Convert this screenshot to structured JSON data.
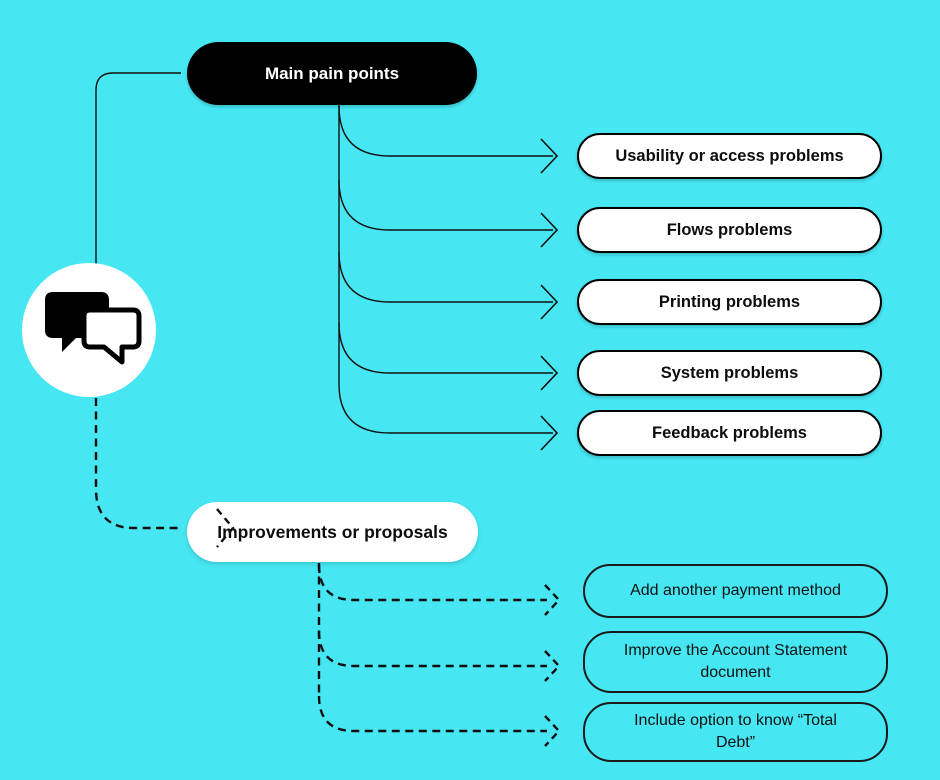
{
  "canvas": {
    "background_color": "#46E6F2",
    "node_black_color": "#000000",
    "node_white_color": "#FFFFFF",
    "line_color": "#101010",
    "text_color": "#111111"
  },
  "root": {
    "icon": "chat-bubbles-icon"
  },
  "branches": [
    {
      "id": "pains",
      "label": "Main pain points",
      "connector_style": "solid",
      "children": [
        "Usability or access problems",
        "Flows problems",
        "Printing problems",
        "System problems",
        "Feedback problems"
      ]
    },
    {
      "id": "improvements",
      "label": "Improvements or proposals",
      "connector_style": "dashed",
      "children": [
        "Add another payment method",
        "Improve the Account Statement document",
        "Include option to know “Total Debt”"
      ]
    }
  ]
}
